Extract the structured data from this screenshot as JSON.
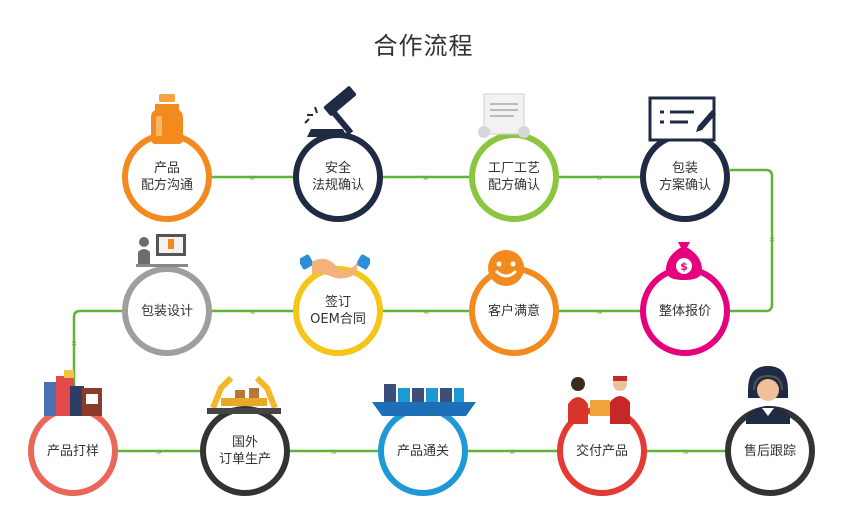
{
  "title": "合作流程",
  "nodes": [
    {
      "id": "n1",
      "label": "产品\n配方沟通",
      "color": "#f28a1e",
      "icon": "bottle-icon"
    },
    {
      "id": "n2",
      "label": "安全\n法规确认",
      "color": "#1f2a44",
      "icon": "gavel-icon"
    },
    {
      "id": "n3",
      "label": "工厂工艺\n配方确认",
      "color": "#8cc63f",
      "icon": "document-scroll-icon"
    },
    {
      "id": "n4",
      "label": "包装\n方案确认",
      "color": "#1f2a44",
      "icon": "checklist-pen-icon"
    },
    {
      "id": "n5",
      "label": "整体报价",
      "color": "#e6007e",
      "icon": "money-bag-icon"
    },
    {
      "id": "n6",
      "label": "客户满意",
      "color": "#f28a1e",
      "icon": "smiley-icon"
    },
    {
      "id": "n7",
      "label": "签订\nOEM合同",
      "color": "#f5c518",
      "icon": "handshake-icon"
    },
    {
      "id": "n8",
      "label": "包装设计",
      "color": "#9e9e9e",
      "icon": "designer-desk-icon"
    },
    {
      "id": "n9",
      "label": "产品打样",
      "color": "#e9685a",
      "icon": "product-boxes-icon"
    },
    {
      "id": "n10",
      "label": "国外\n订单生产",
      "color": "#333333",
      "icon": "robot-arm-icon"
    },
    {
      "id": "n11",
      "label": "产品通关",
      "color": "#1d9ad6",
      "icon": "cargo-ship-icon"
    },
    {
      "id": "n12",
      "label": "交付产品",
      "color": "#e53935",
      "icon": "delivery-icon"
    },
    {
      "id": "n13",
      "label": "售后跟踪",
      "color": "#333333",
      "icon": "support-agent-icon"
    }
  ],
  "connector_color": "#5fb336"
}
